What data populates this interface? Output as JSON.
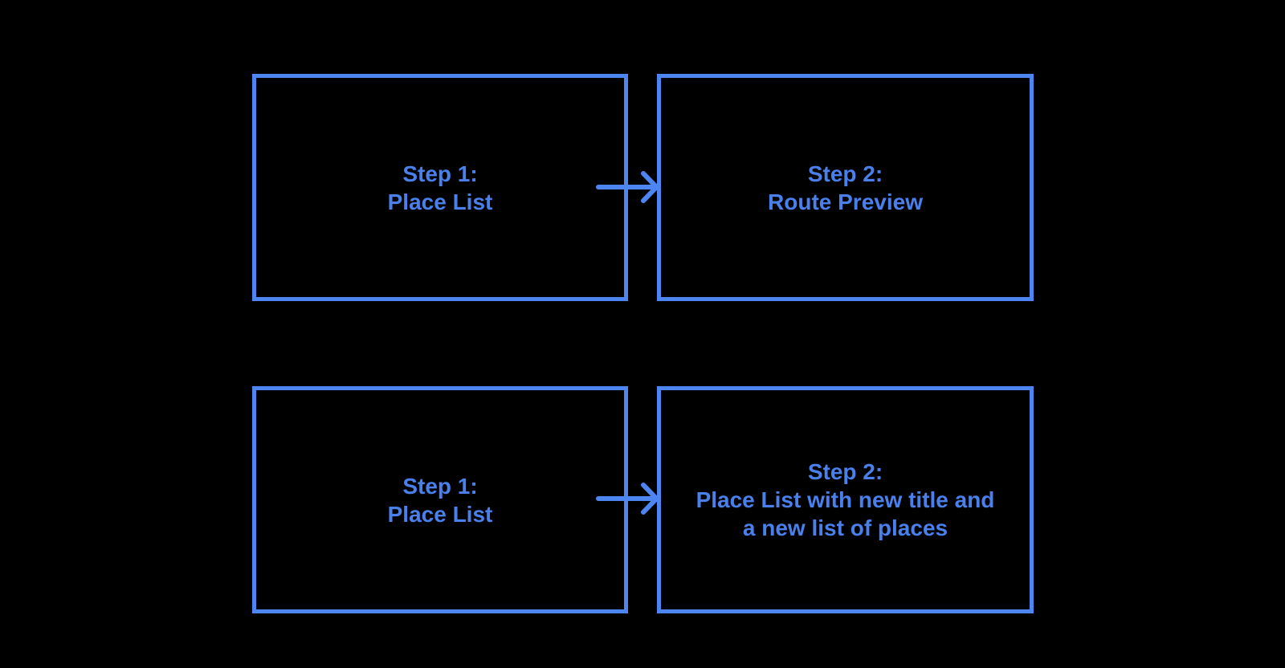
{
  "diagram": {
    "type": "flowchart",
    "colors": {
      "background": "#000000",
      "stroke": "#4d86f1",
      "text": "#4a80ec"
    },
    "boxes": [
      {
        "id": "top-step1",
        "lines": [
          "Step 1:",
          "Place List"
        ]
      },
      {
        "id": "top-step2",
        "lines": [
          "Step 2:",
          "Route Preview"
        ]
      },
      {
        "id": "bottom-step1",
        "lines": [
          "Step 1:",
          "Place List"
        ]
      },
      {
        "id": "bottom-step2",
        "lines": [
          "Step 2:",
          "Place List with new title and",
          "a new list of places"
        ]
      }
    ],
    "arrows": [
      {
        "from": "top-step1",
        "to": "top-step2",
        "direction": "right"
      },
      {
        "from": "bottom-step1",
        "to": "bottom-step2",
        "direction": "right"
      }
    ]
  }
}
